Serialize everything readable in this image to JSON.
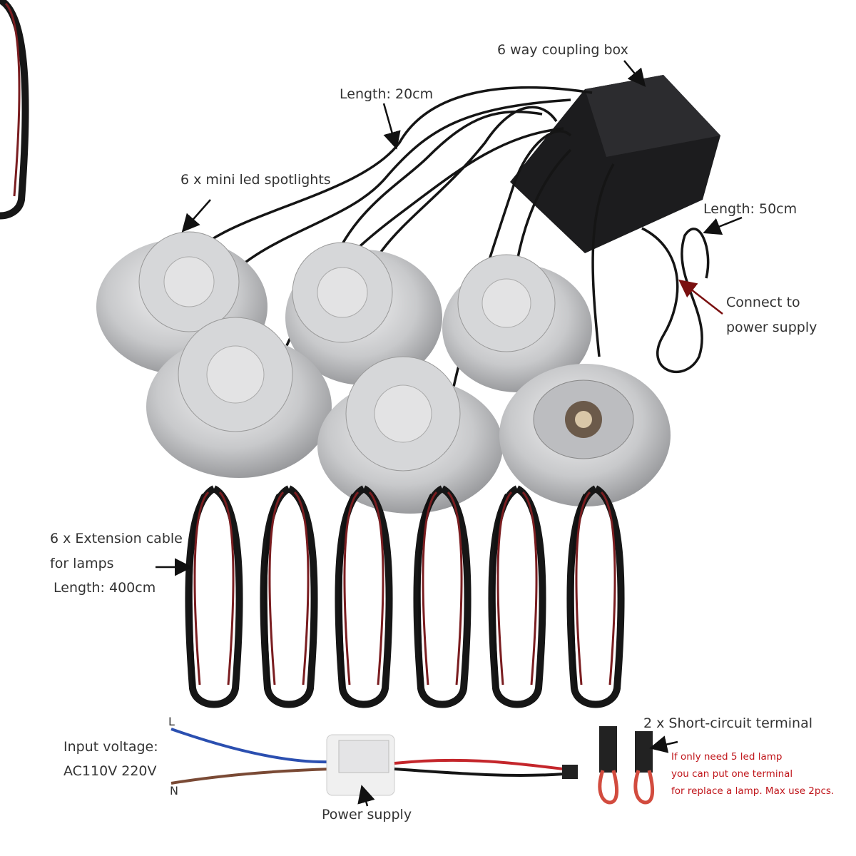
{
  "labels": {
    "coupling_box": "6 way coupling box",
    "length_20": "Length: 20cm",
    "spotlights": "6 x mini led spotlights",
    "length_50": "Length: 50cm",
    "connect_1": "Connect to",
    "connect_2": "power supply",
    "extension_1": "6 x Extension cable",
    "extension_2": "for lamps",
    "extension_3": "Length: 400cm",
    "terminal": "2 x Short-circuit terminal",
    "terminal_note": [
      "If only need 5 led lamp",
      "you can put one terminal",
      "for replace a lamp. Max use 2pcs."
    ],
    "input_1": "Input voltage:",
    "input_2": "AC110V 220V",
    "wire_l": "L",
    "wire_n": "N",
    "power_supply": "Power supply"
  },
  "colors": {
    "text": "#333333",
    "note": "#c0161b",
    "aluminium": "#c9cacc",
    "cable": "#1a1a1a",
    "cable_red": "#8a1f22",
    "wire_blue": "#2b4fb0",
    "wire_brown": "#7a4a35"
  }
}
